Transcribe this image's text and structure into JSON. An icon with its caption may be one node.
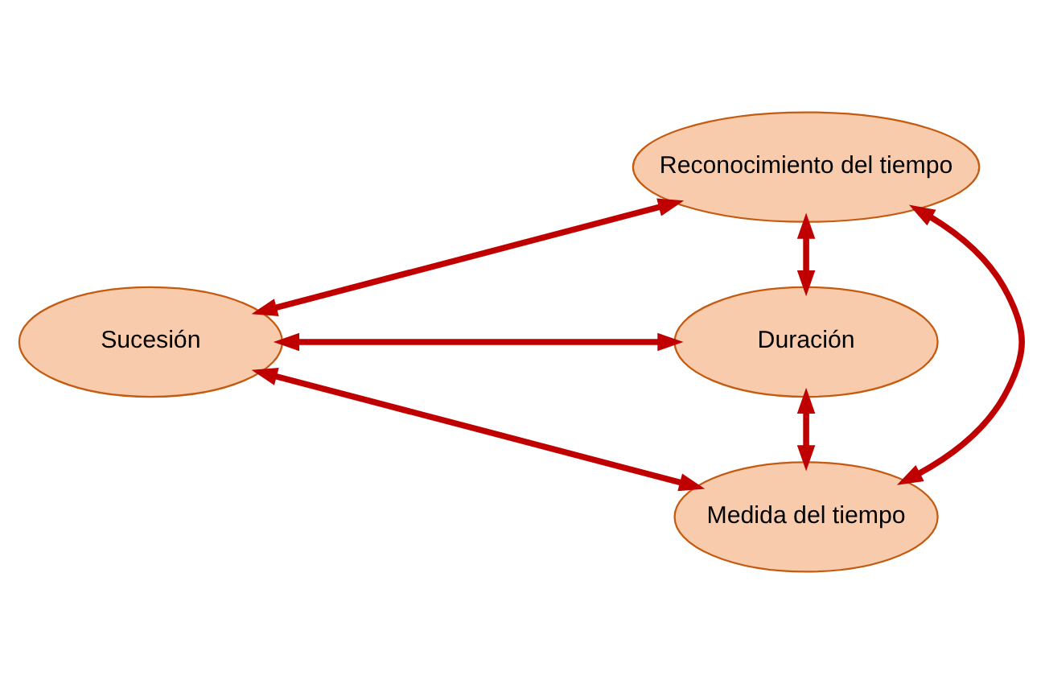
{
  "diagram": {
    "nodes": [
      {
        "text": [
          "Reconocimiento del tiempo"
        ]
      },
      {
        "text": [
          "Sucesión"
        ]
      },
      {
        "text": [
          "Duración"
        ]
      },
      {
        "text": [
          "Medida del tiempo"
        ]
      }
    ],
    "edges": [
      {
        "from": 0,
        "to": 1,
        "arrow": "both"
      },
      {
        "from": 0,
        "to": 2,
        "arrow": "both"
      },
      {
        "from": 1,
        "to": 3,
        "arrow": "both"
      },
      {
        "from": 2,
        "to": 3,
        "arrow": "both"
      },
      {
        "from": 0,
        "to": 3,
        "arrow": "both"
      },
      {
        "from": 1,
        "to": 2,
        "arrow": "both"
      }
    ]
  }
}
